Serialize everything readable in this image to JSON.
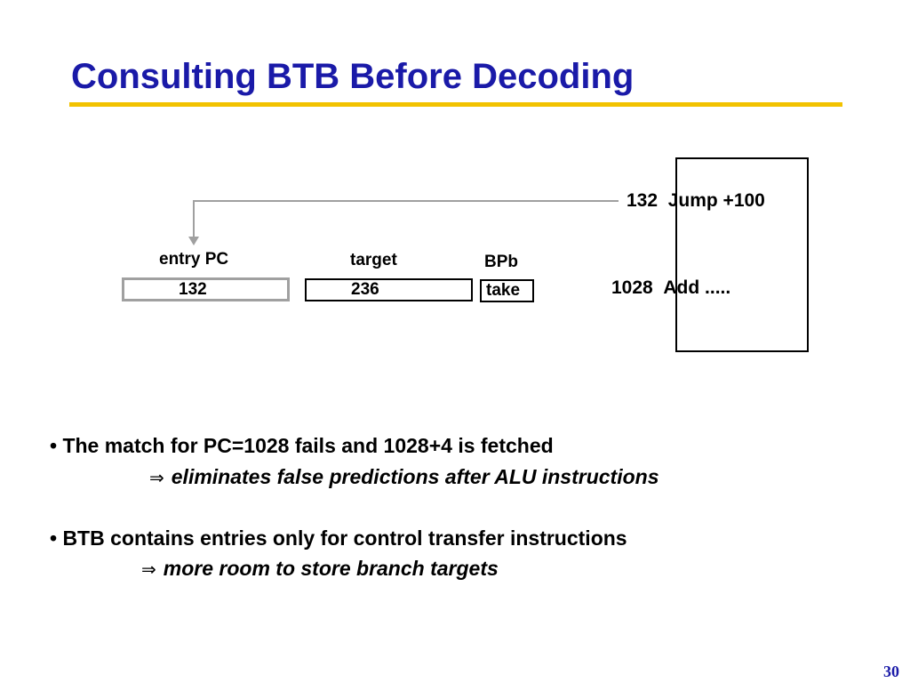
{
  "slide": {
    "title": "Consulting BTB Before Decoding",
    "page_number": "30"
  },
  "btb": {
    "headers": {
      "entry_pc": "entry PC",
      "target": "target",
      "bpb": "BPb"
    },
    "entry": {
      "entry_pc": "132",
      "target": "236",
      "bpb": "take"
    }
  },
  "memory": {
    "lines": [
      {
        "address": "132",
        "instruction": "Jump +100"
      },
      {
        "address": "1028",
        "instruction": "Add ....."
      }
    ]
  },
  "bullets": [
    {
      "text": "• The match for PC=1028 fails and 1028+4 is fetched",
      "consequence": "eliminates false predictions after ALU instructions"
    },
    {
      "text": "• BTB contains entries only for control transfer instructions",
      "consequence": "more room to store branch targets"
    }
  ],
  "colors": {
    "title": "#1a1aa8",
    "rule": "#f2c200",
    "connector": "#a0a0a0"
  },
  "icons": {
    "consequence_marker": "implies-arrow-icon"
  }
}
